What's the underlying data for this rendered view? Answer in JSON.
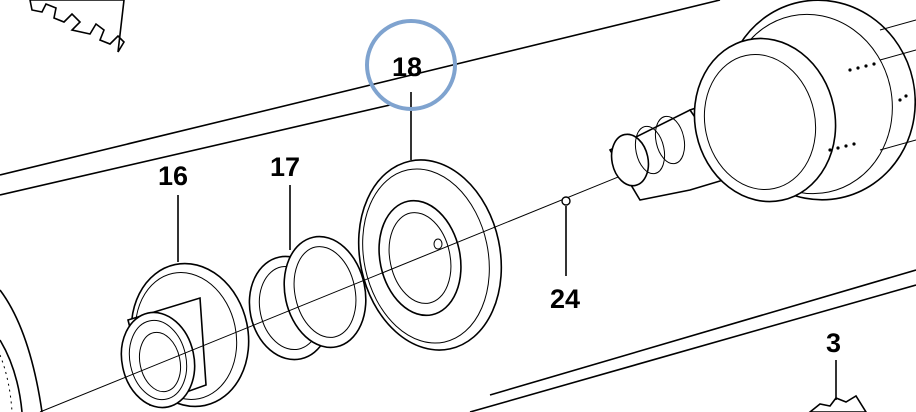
{
  "callouts": [
    {
      "id": "16",
      "label": "16"
    },
    {
      "id": "17",
      "label": "17"
    },
    {
      "id": "18",
      "label": "18",
      "highlighted": true
    },
    {
      "id": "24",
      "label": "24"
    },
    {
      "id": "3",
      "label": "3"
    }
  ],
  "colors": {
    "line": "#000000",
    "background": "#ffffff",
    "highlight_circle": "#7fa3cf"
  }
}
